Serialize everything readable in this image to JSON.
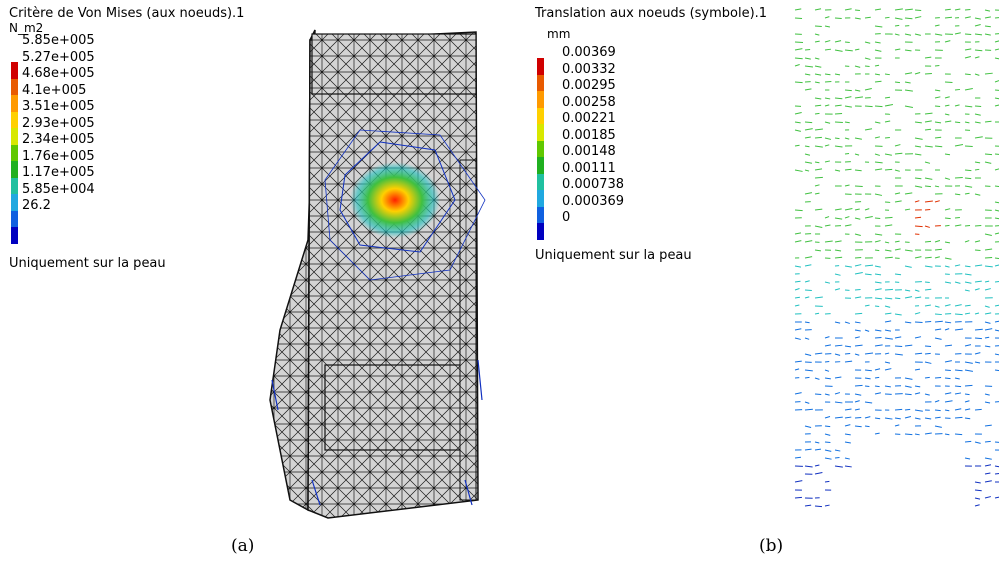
{
  "panel_a": {
    "legend_title": "Critère de Von Mises (aux noeuds).1",
    "unit": "N_m2",
    "ticks": [
      "5.85e+005",
      "5.27e+005",
      "4.68e+005",
      "4.1e+005",
      "3.51e+005",
      "2.93e+005",
      "2.34e+005",
      "1.76e+005",
      "1.17e+005",
      "5.85e+004",
      "26.2"
    ],
    "note": "Uniquement sur la peau",
    "caption": "(a)"
  },
  "panel_b": {
    "legend_title": "Translation aux noeuds (symbole).1",
    "unit": "mm",
    "ticks": [
      "0.00369",
      "0.00332",
      "0.00295",
      "0.00258",
      "0.00221",
      "0.00185",
      "0.00148",
      "0.00111",
      "0.000738",
      "0.000369",
      "0"
    ],
    "note": "Uniquement sur la peau",
    "caption": "(b)"
  },
  "colorscale": [
    "#d00000",
    "#e85a00",
    "#ff9a00",
    "#ffd000",
    "#d8e800",
    "#60c800",
    "#20b020",
    "#20c0a0",
    "#20a8e0",
    "#1060e0",
    "#0000c0"
  ]
}
